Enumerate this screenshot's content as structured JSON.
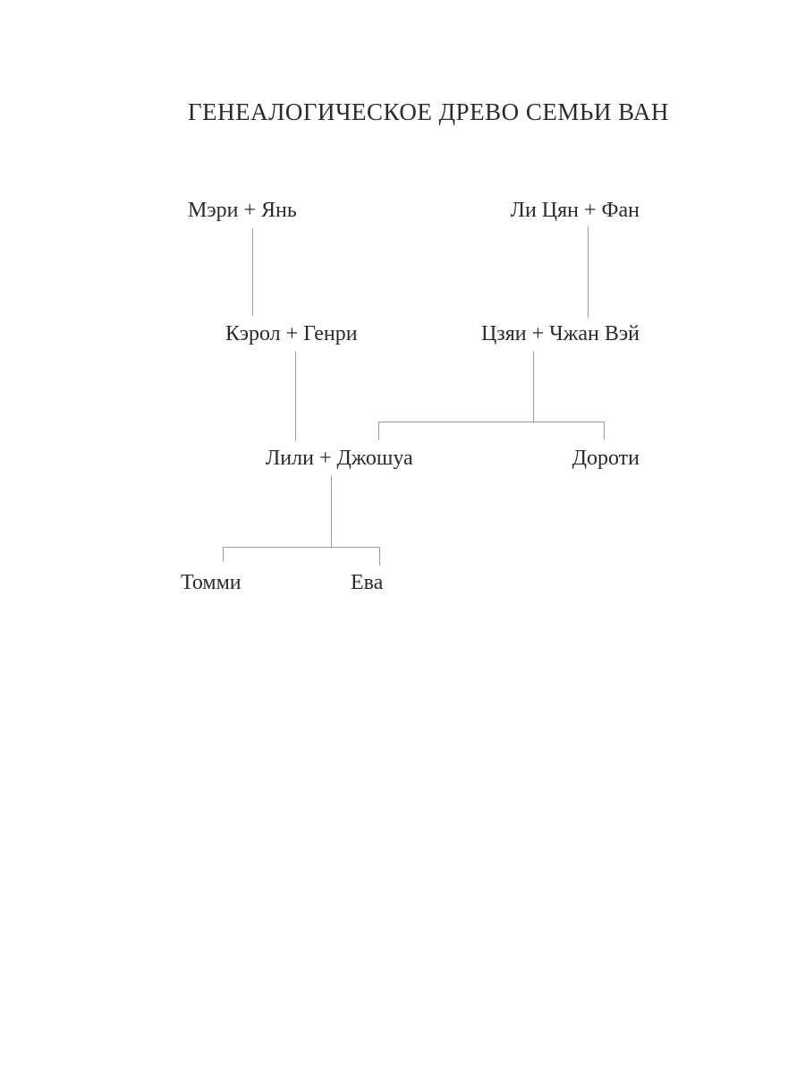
{
  "page": {
    "background_color": "#ffffff",
    "text_color": "#2b2b2b",
    "line_color": "#9b9b9b"
  },
  "title": "ГЕНЕАЛОГИЧЕСКОЕ ДРЕВО СЕМЬИ ВАН",
  "tree": {
    "gen1_left": "Мэри + Янь",
    "gen1_right": "Ли Цян + Фан",
    "gen2_left": "Кэрол + Генри",
    "gen2_right": "Цзяи + Чжан Вэй",
    "gen3_left": "Лили + Джошуа",
    "gen3_right": "Дороти",
    "gen4_left": "Томми",
    "gen4_right": "Ева"
  },
  "edges": [
    {
      "from": "Мэри + Янь",
      "to": [
        "Кэрол + Генри"
      ]
    },
    {
      "from": "Ли Цян + Фан",
      "to": [
        "Цзяи + Чжан Вэй"
      ]
    },
    {
      "from": "Кэрол + Генри",
      "to": [
        "Лили + Джошуа"
      ]
    },
    {
      "from": "Цзяи + Чжан Вэй",
      "to": [
        "Лили + Джошуа",
        "Дороти"
      ]
    },
    {
      "from": "Лили + Джошуа",
      "to": [
        "Томми",
        "Ева"
      ]
    }
  ]
}
